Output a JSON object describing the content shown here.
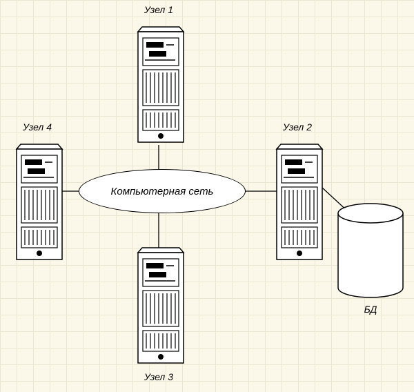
{
  "diagram_type": "network-topology",
  "background": {
    "color": "#FBF8EA",
    "grid_color": "#E9E6D4"
  },
  "stroke_color": "#000000",
  "shape_fill": "#FFFFFF",
  "nodes": {
    "node1": {
      "label": "Узел 1",
      "type": "server-tower"
    },
    "node2": {
      "label": "Узел 2",
      "type": "server-tower"
    },
    "node3": {
      "label": "Узел 3",
      "type": "server-tower"
    },
    "node4": {
      "label": "Узел 4",
      "type": "server-tower"
    },
    "network": {
      "label": "Компьютерная сеть",
      "type": "ellipse"
    },
    "database": {
      "label": "БД",
      "type": "cylinder"
    }
  },
  "edges": [
    {
      "from": "network",
      "to": "node1"
    },
    {
      "from": "network",
      "to": "node2"
    },
    {
      "from": "network",
      "to": "node3"
    },
    {
      "from": "network",
      "to": "node4"
    },
    {
      "from": "node2",
      "to": "database"
    }
  ]
}
